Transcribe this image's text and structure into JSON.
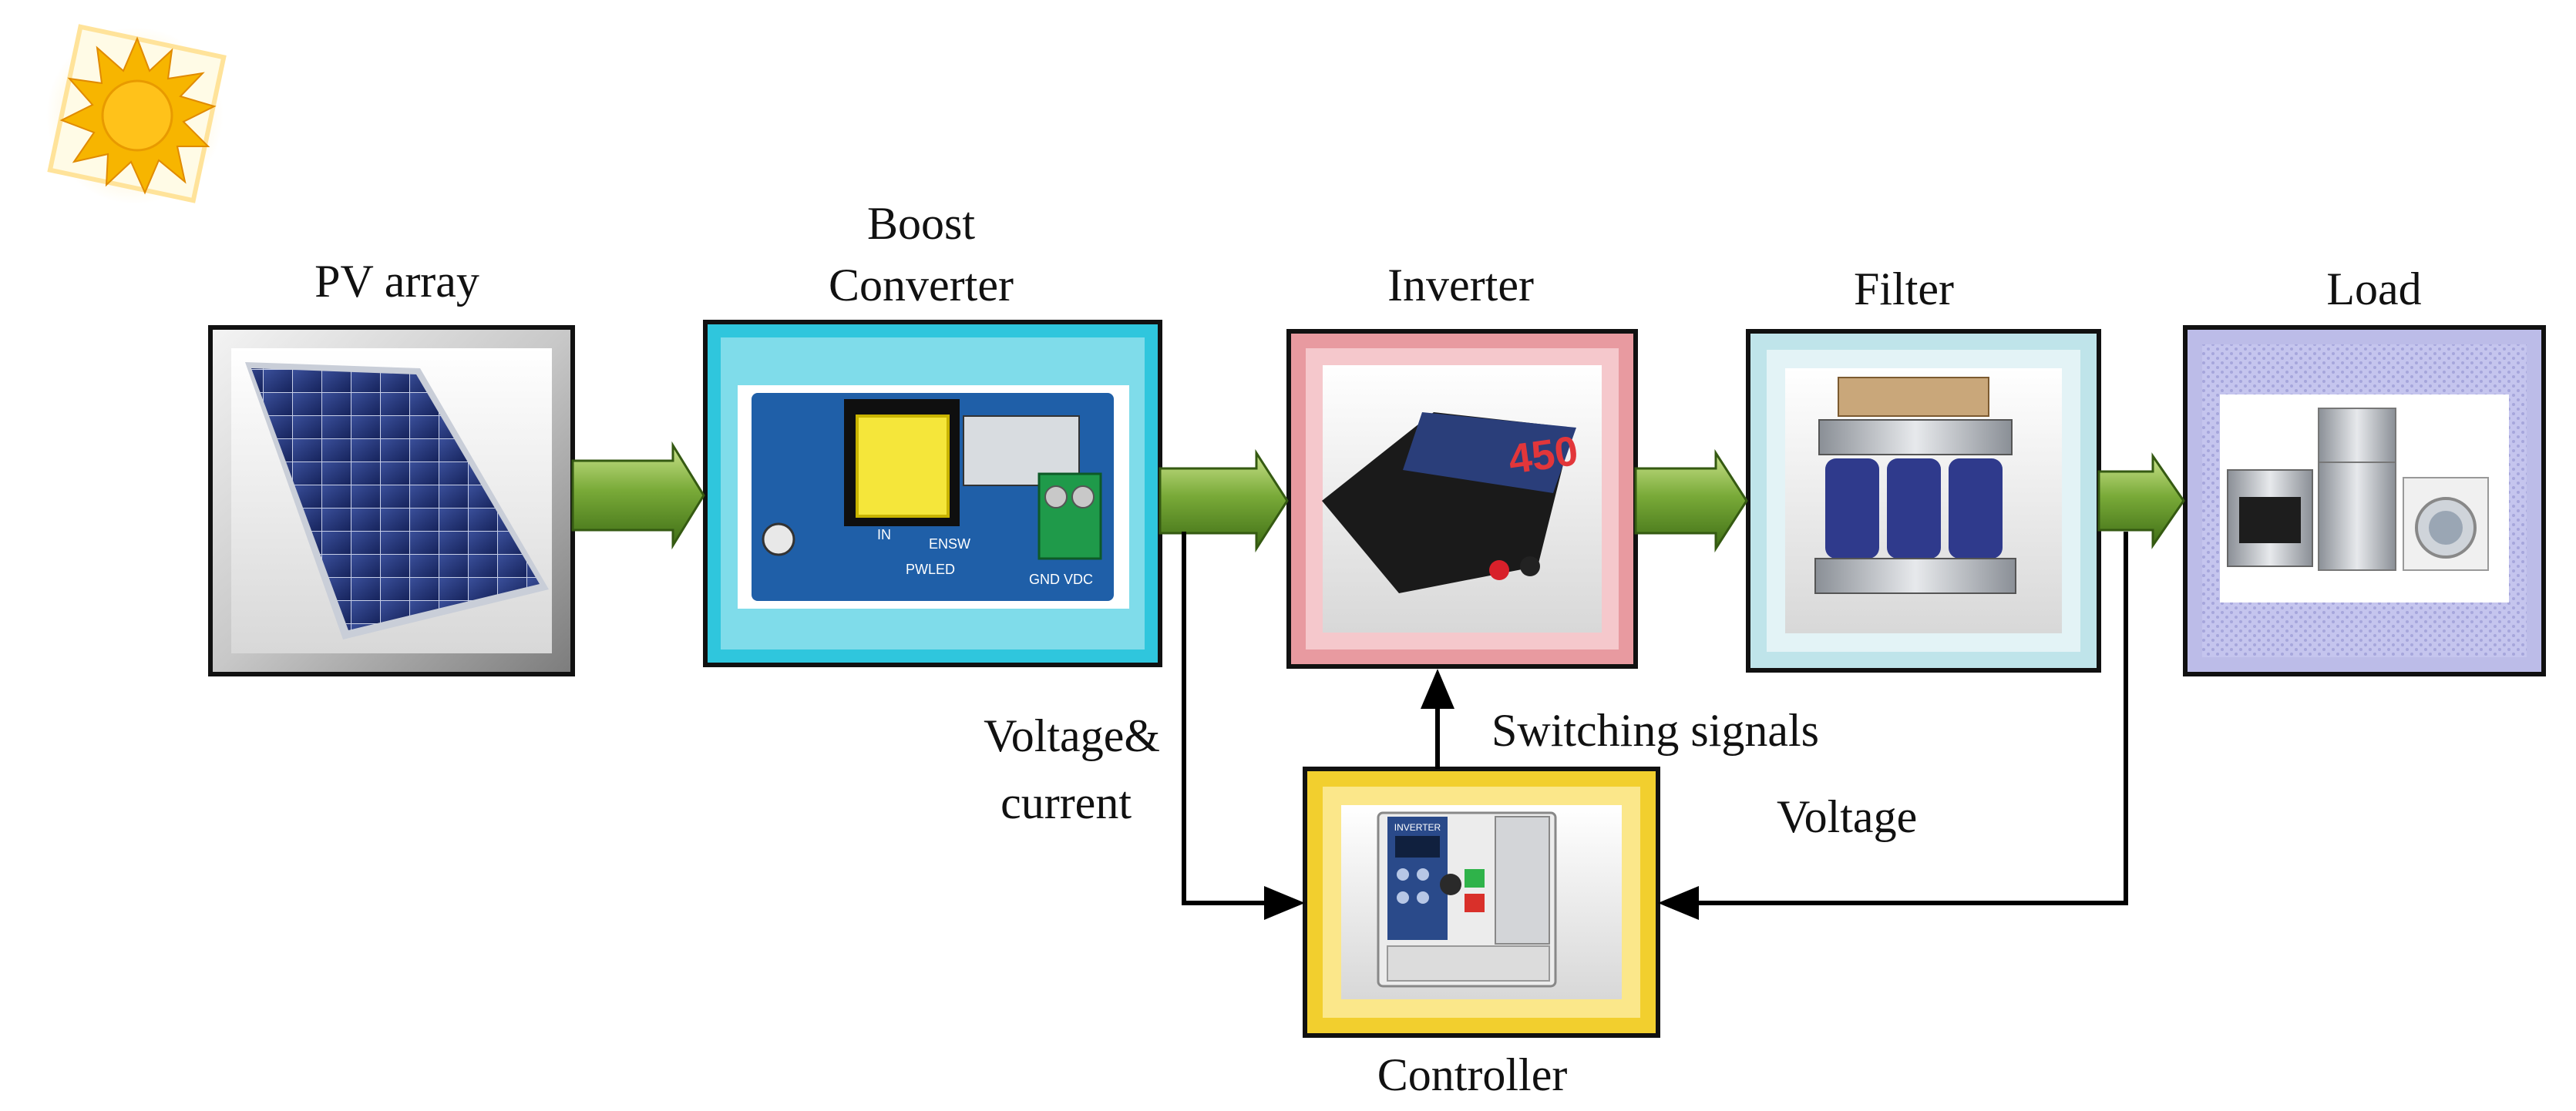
{
  "blocks": {
    "pv_array": {
      "label": "PV array"
    },
    "boost_converter": {
      "label_line1": "Boost",
      "label_line2": "Converter"
    },
    "inverter": {
      "label": "Inverter"
    },
    "filter": {
      "label": "Filter"
    },
    "load": {
      "label": "Load"
    },
    "controller": {
      "label": "Controller"
    }
  },
  "signals": {
    "voltage_current_line1": "Voltage&",
    "voltage_current_line2": "current",
    "switching_signals": "Switching signals",
    "voltage": "Voltage"
  },
  "device_markings": {
    "inverter_model": "450",
    "controller_brand": "INVERTER",
    "board_pins": [
      "IN",
      "ENSW",
      "PWLED",
      "GND VDC"
    ]
  },
  "colors": {
    "boost_frame": "#2fc6dd",
    "inverter_frame": "#e89aa0",
    "filter_frame": "#bfe4ea",
    "load_frame": "#bcbce8",
    "controller_frame": "#f2cf2e",
    "power_arrow": "#5f9a2a",
    "sun": "#f7b500"
  }
}
